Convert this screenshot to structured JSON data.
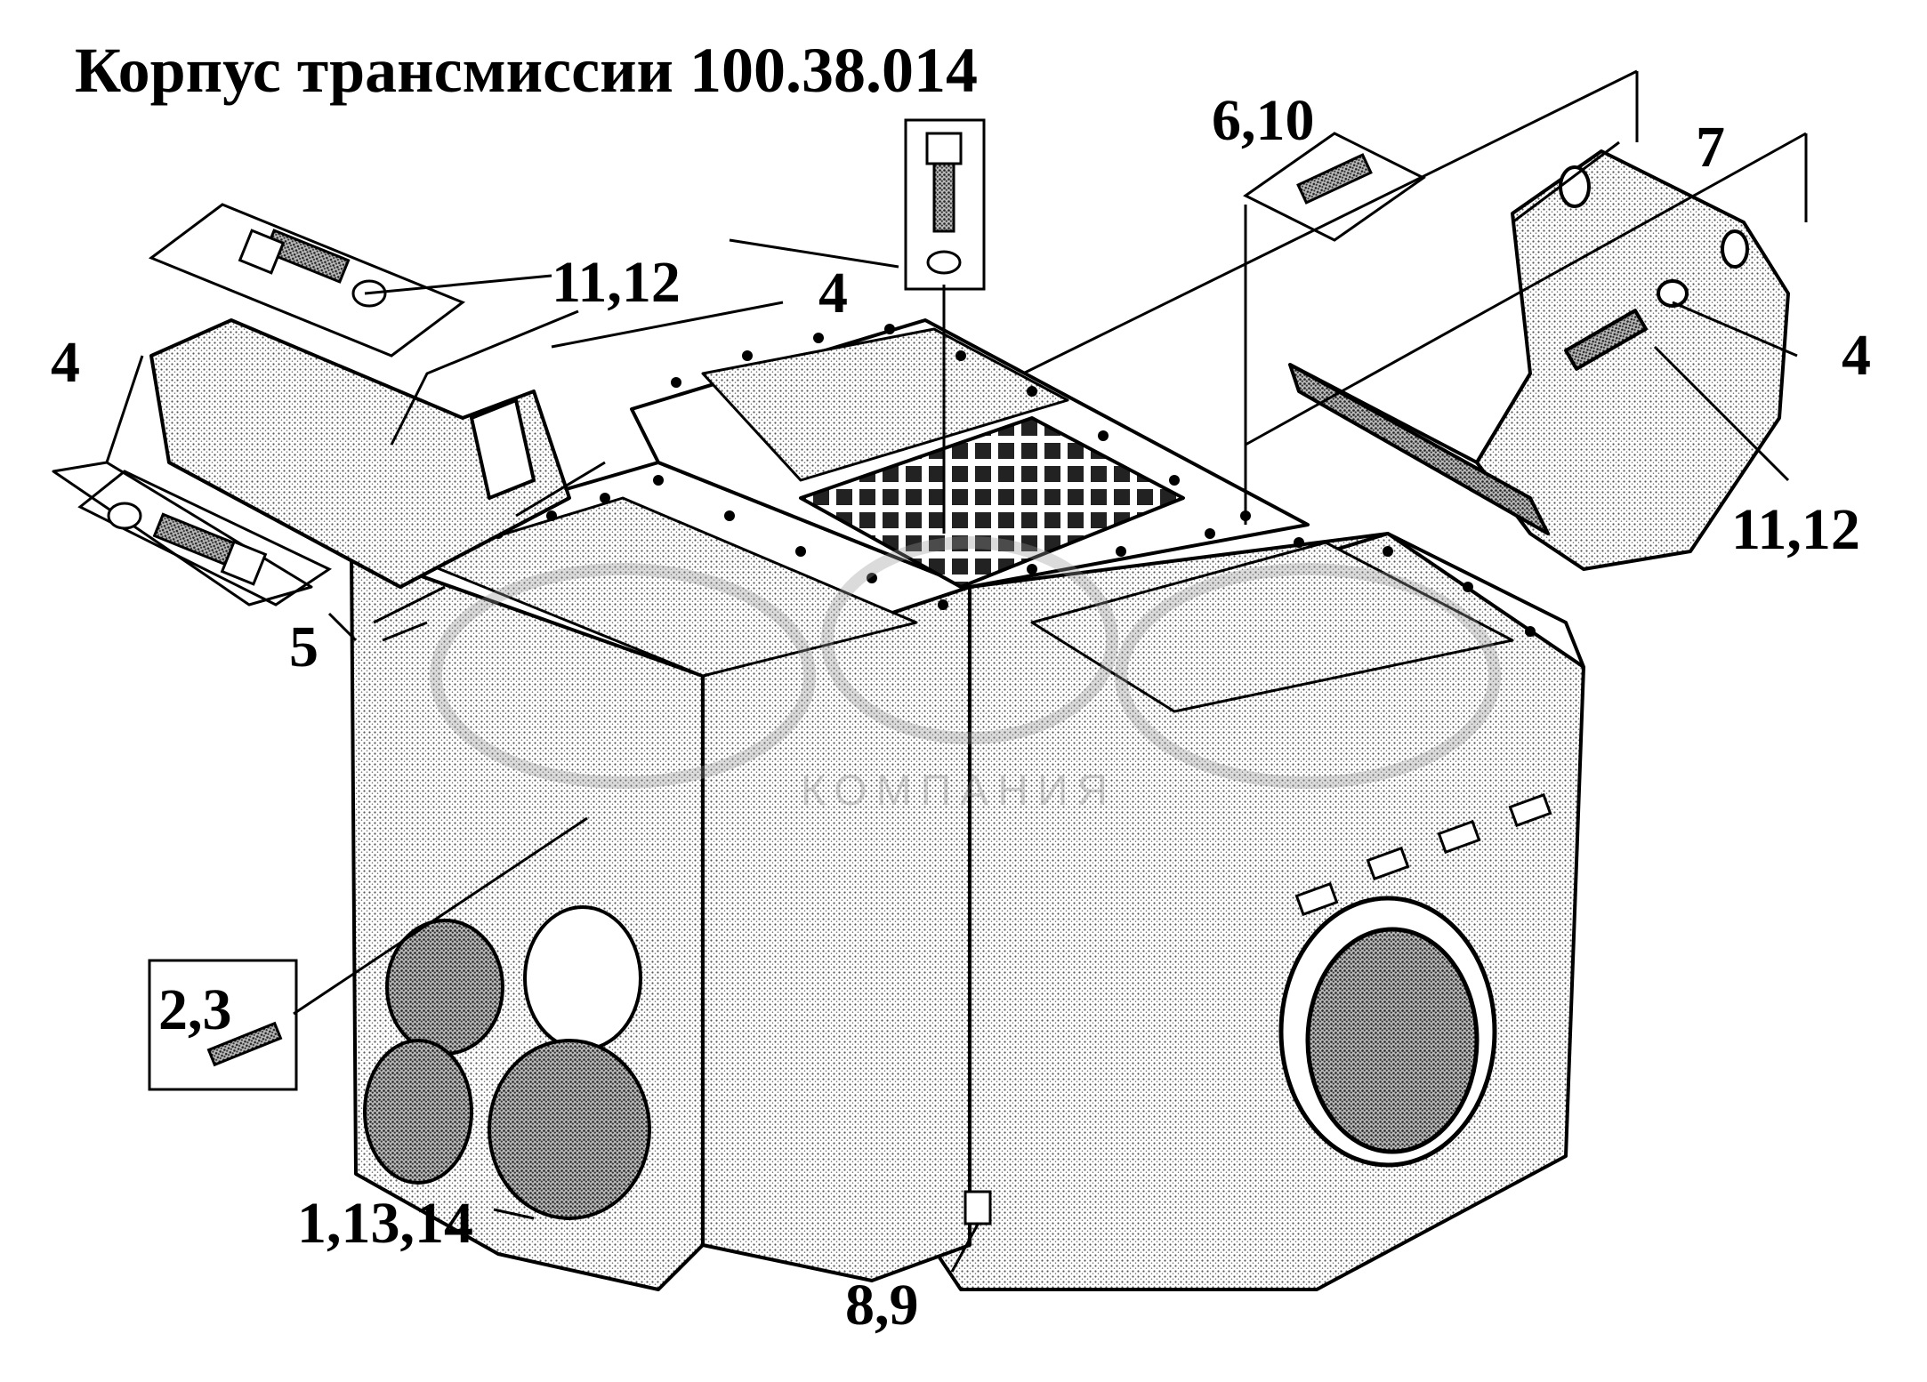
{
  "title": "Корпус трансмиссии 100.38.014",
  "callouts": {
    "c_11_12_left": "11,12",
    "c_4_left": "4",
    "c_5": "5",
    "c_4_top": "4",
    "c_6_10": "6,10",
    "c_7": "7",
    "c_4_right": "4",
    "c_11_12_right": "11,12",
    "c_2_3": "2,3",
    "c_1_13_14": "1,13,14",
    "c_8_9": "8,9"
  },
  "watermark": "КОМПАНИЯ",
  "colors": {
    "ink": "#000000",
    "paper": "#ffffff",
    "stipple": "#bdbdbd",
    "watermark": "#c8c8c8"
  }
}
